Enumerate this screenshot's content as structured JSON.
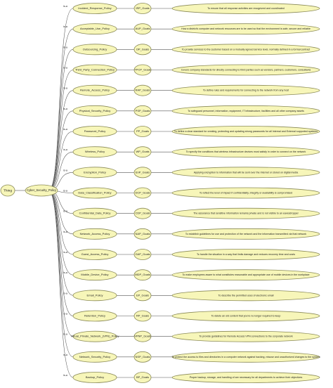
{
  "colors": {
    "node_fill": "#f7f6b9",
    "node_stroke": "#8a8a57",
    "edge": "#555555",
    "text": "#222222"
  },
  "root": {
    "label": "Thing"
  },
  "hub": {
    "label": "Cyber_Security_Policy",
    "edge_label": "is-a"
  },
  "policies": [
    {
      "policy": "Incident_Response_Policy",
      "goal": "IRP_Goals",
      "description": "To ensure that all response activities are recognized and coordinated"
    },
    {
      "policy": "Acceptable_Use_Policy",
      "goal": "AUP_Goals",
      "description": "How a district's computer and network resources are to be used so that the environment is safe, secure and reliable"
    },
    {
      "policy": "Outsourcing_Policy",
      "goal": "OP_Goals",
      "description": "To provide services to the customer based on a mutually agreed service level, normally defined in a formal contract"
    },
    {
      "policy": "Third_Party_Connection_Policy",
      "goal": "TPCP_Goals",
      "description": "Covers company standards for directly connecting to third parties such as vendors, partners, customers, consultants"
    },
    {
      "policy": "Remote_Access_Policy",
      "goal": "RAP_Goals",
      "description": "To define rules and requirements for connecting to the network from any host"
    },
    {
      "policy": "Physical_Security_Policy",
      "goal": "PSP_Goals",
      "description": "To safeguard personnel, information, equipment, IT infrastructure, facilities and all other company assets"
    },
    {
      "policy": "Password_Policy",
      "goal": "PP_Goals",
      "description": "To define a clear standard for creating, protecting and updating strong passwords for all Internal and External supported systems"
    },
    {
      "policy": "Wireless_Policy",
      "goal": "WP_Goals",
      "description": "To specify the conditions that wireless infrastructure devices must satisfy in order to connect on the network"
    },
    {
      "policy": "Encryption_Policy",
      "goal": "EnP_Goals",
      "description": "Applying encryption to information that will be sent over the Internet or stored on digital media"
    },
    {
      "policy": "Data_Classification_Policy",
      "goal": "DCP_Goals",
      "description": "To reflect the level of impact if confidentiality, integrity or availability is compromised"
    },
    {
      "policy": "Confidential_Data_Policy",
      "goal": "CDP_Goals",
      "description": "The assurance that sensitive information remains private and is not visible to an eavesdropper"
    },
    {
      "policy": "Network_Access_Policy",
      "goal": "NAP_Goals",
      "description": "To establish guidelines for use and protection of the network and the information transmitted via that network"
    },
    {
      "policy": "Guest_Access_Policy",
      "goal": "GAP_Goals",
      "description": "To handle the situation in a way that limits damage and reduces recovery time and costs"
    },
    {
      "policy": "Mobile_Device_Policy",
      "goal": "MDP_Goals",
      "description": "To make employees aware to what constitutes reasonable and appropriate use of mobile devices in the workplace"
    },
    {
      "policy": "Email_Policy",
      "goal": "EP_Goals",
      "description": "To describe the permitted uses of electronic email"
    },
    {
      "policy": "Retention_Policy",
      "goal": "RP_Goals",
      "description": "To delete an old content that you're no longer required to keep"
    },
    {
      "policy": "Virtual_Private_Network_(VPN)_Policy",
      "goal": "VPNP_Goals",
      "description": "To provide guidelines for Remote Access VPN connections to the corporate network"
    },
    {
      "policy": "Network_Security_Policy",
      "goal": "NSP_Goals",
      "description": "To protect the access to files and directories in a computer network against hacking, misuse and unauthorized changes to the system"
    },
    {
      "policy": "Backup_Policy",
      "goal": "BP_Goals",
      "description": "Proper backup, storage, and handling of are necessary for all departments to achieve their objectives"
    }
  ]
}
